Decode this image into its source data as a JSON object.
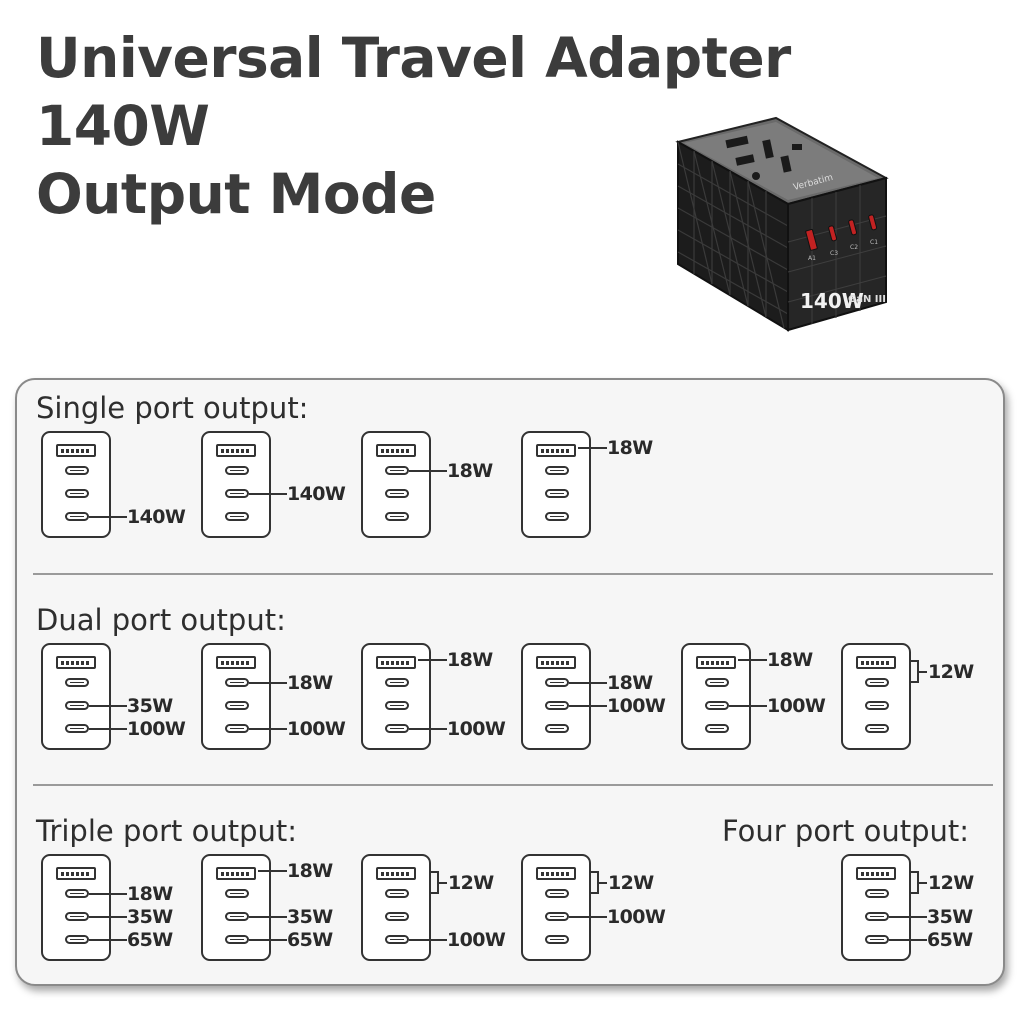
{
  "title": {
    "line1": "Universal Travel Adapter 140W",
    "line2": "Output Mode"
  },
  "product": {
    "brand": "Verbatim",
    "badge_main": "140W",
    "badge_sub": "GaN III",
    "port_labels": [
      "A1",
      "C3",
      "C2",
      "C1"
    ]
  },
  "sections": {
    "single": "Single port output:",
    "dual": "Dual port output:",
    "triple": "Triple port output:",
    "four": "Four port output:"
  },
  "diagrams": [
    {
      "row": 0,
      "col": 0,
      "labels": [
        {
          "port": 3,
          "text": "140W"
        }
      ]
    },
    {
      "row": 0,
      "col": 1,
      "labels": [
        {
          "port": 2,
          "text": "140W"
        }
      ]
    },
    {
      "row": 0,
      "col": 2,
      "labels": [
        {
          "port": 1,
          "text": "18W"
        }
      ]
    },
    {
      "row": 0,
      "col": 3,
      "labels": [
        {
          "port": 0,
          "text": "18W"
        }
      ]
    },
    {
      "row": 1,
      "col": 0,
      "labels": [
        {
          "port": 2,
          "text": "35W"
        },
        {
          "port": 3,
          "text": "100W"
        }
      ]
    },
    {
      "row": 1,
      "col": 1,
      "labels": [
        {
          "port": 1,
          "text": "18W"
        },
        {
          "port": 3,
          "text": "100W"
        }
      ]
    },
    {
      "row": 1,
      "col": 2,
      "labels": [
        {
          "port": 0,
          "text": "18W"
        },
        {
          "port": 3,
          "text": "100W"
        }
      ]
    },
    {
      "row": 1,
      "col": 3,
      "labels": [
        {
          "port": 1,
          "text": "18W"
        },
        {
          "port": 2,
          "text": "100W"
        }
      ]
    },
    {
      "row": 1,
      "col": 4,
      "labels": [
        {
          "port": 0,
          "text": "18W"
        },
        {
          "port": 2,
          "text": "100W"
        }
      ]
    },
    {
      "row": 1,
      "col": 5,
      "labels": [
        {
          "bracket": [
            0,
            1
          ],
          "text": "12W"
        }
      ]
    },
    {
      "row": 2,
      "col": 0,
      "labels": [
        {
          "port": 1,
          "text": "18W"
        },
        {
          "port": 2,
          "text": "35W"
        },
        {
          "port": 3,
          "text": "65W"
        }
      ]
    },
    {
      "row": 2,
      "col": 1,
      "labels": [
        {
          "port": 0,
          "text": "18W"
        },
        {
          "port": 2,
          "text": "35W"
        },
        {
          "port": 3,
          "text": "65W"
        }
      ]
    },
    {
      "row": 2,
      "col": 2,
      "labels": [
        {
          "bracket": [
            0,
            1
          ],
          "text": "12W"
        },
        {
          "port": 3,
          "text": "100W"
        }
      ]
    },
    {
      "row": 2,
      "col": 3,
      "labels": [
        {
          "bracket": [
            0,
            1
          ],
          "text": "12W"
        },
        {
          "port": 2,
          "text": "100W"
        }
      ]
    },
    {
      "row": 2,
      "col": 5,
      "labels": [
        {
          "bracket": [
            0,
            1
          ],
          "text": "12W"
        },
        {
          "port": 2,
          "text": "35W"
        },
        {
          "port": 3,
          "text": "65W"
        }
      ]
    }
  ]
}
